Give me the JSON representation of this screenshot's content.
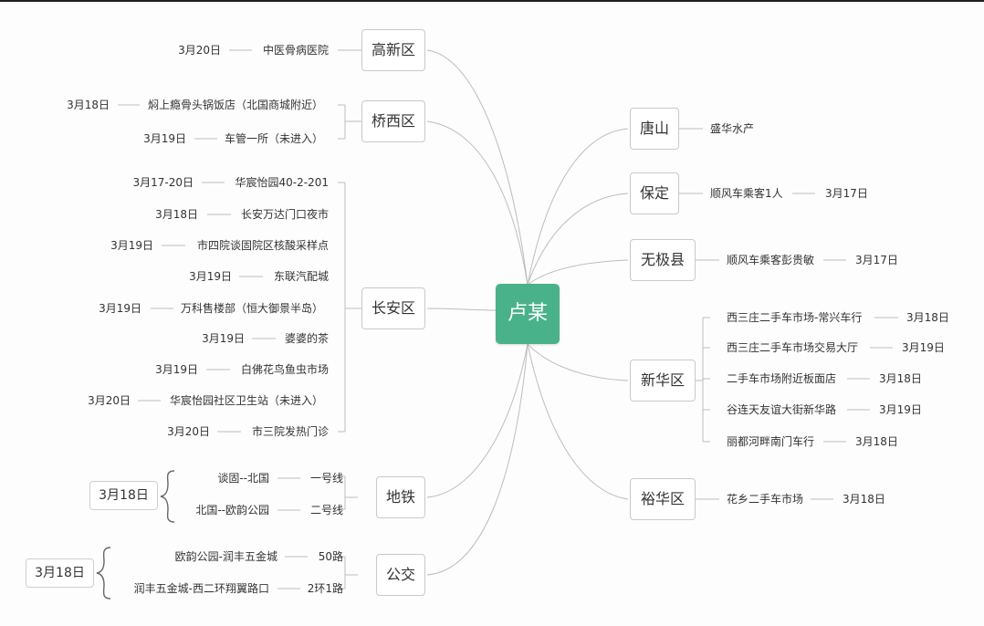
{
  "center": "卢某",
  "left": {
    "gaoxin": {
      "label": "高新区",
      "items": [
        {
          "date": "3月20日",
          "place": "中医骨病医院"
        }
      ]
    },
    "qiaoxi": {
      "label": "桥西区",
      "items": [
        {
          "date": "3月18日",
          "place": "焖上瘾骨头锅饭店（北国商城附近）"
        },
        {
          "date": "3月19日",
          "place": "车管一所（未进入）"
        }
      ]
    },
    "changan": {
      "label": "长安区",
      "items": [
        {
          "date": "3月17-20日",
          "place": "华宸怡园40-2-201"
        },
        {
          "date": "3月18日",
          "place": "长安万达门口夜市"
        },
        {
          "date": "3月19日",
          "place": "市四院谈固院区核酸采样点"
        },
        {
          "date": "3月19日",
          "place": "东联汽配城"
        },
        {
          "date": "3月19日",
          "place": "万科售楼部（恒大御景半岛）"
        },
        {
          "date": "3月19日",
          "place": "婆婆的茶"
        },
        {
          "date": "3月19日",
          "place": "白佛花鸟鱼虫市场"
        },
        {
          "date": "3月20日",
          "place": "华宸怡园社区卫生站（未进入）"
        },
        {
          "date": "3月20日",
          "place": "市三院发热门诊"
        }
      ]
    },
    "metro": {
      "label": "地铁",
      "date": "3月18日",
      "items": [
        {
          "route": "谈固--北国",
          "line": "一号线"
        },
        {
          "route": "北国--欧韵公园",
          "line": "二号线"
        }
      ]
    },
    "bus": {
      "label": "公交",
      "date": "3月18日",
      "items": [
        {
          "route": "欧韵公园-润丰五金城",
          "line": "50路"
        },
        {
          "route": "润丰五金城-西二环翔翼路口",
          "line": "2环1路"
        }
      ]
    }
  },
  "right": {
    "tangshan": {
      "label": "唐山",
      "items": [
        {
          "place": "盛华水产"
        }
      ]
    },
    "baoding": {
      "label": "保定",
      "items": [
        {
          "place": "顺风车乘客1人",
          "date": "3月17日"
        }
      ]
    },
    "wuji": {
      "label": "无极县",
      "items": [
        {
          "place": "顺风车乘客彭贵敏",
          "date": "3月17日"
        }
      ]
    },
    "xinhua": {
      "label": "新华区",
      "items": [
        {
          "place": "西三庄二手车市场-常兴车行",
          "date": "3月18日"
        },
        {
          "place": "西三庄二手车市场交易大厅",
          "date": "3月19日"
        },
        {
          "place": "二手车市场附近板面店",
          "date": "3月18日"
        },
        {
          "place": "谷连天友谊大街新华路",
          "date": "3月19日"
        },
        {
          "place": "丽都河畔南门车行",
          "date": "3月18日"
        }
      ]
    },
    "yuhua": {
      "label": "裕华区",
      "items": [
        {
          "place": "花乡二手车市场",
          "date": "3月18日"
        }
      ]
    }
  },
  "colors": {
    "center_fill": "#49b28a",
    "center_text": "#ffffff",
    "connector": "#bdbdbd",
    "node_border": "#c9c9c9"
  }
}
